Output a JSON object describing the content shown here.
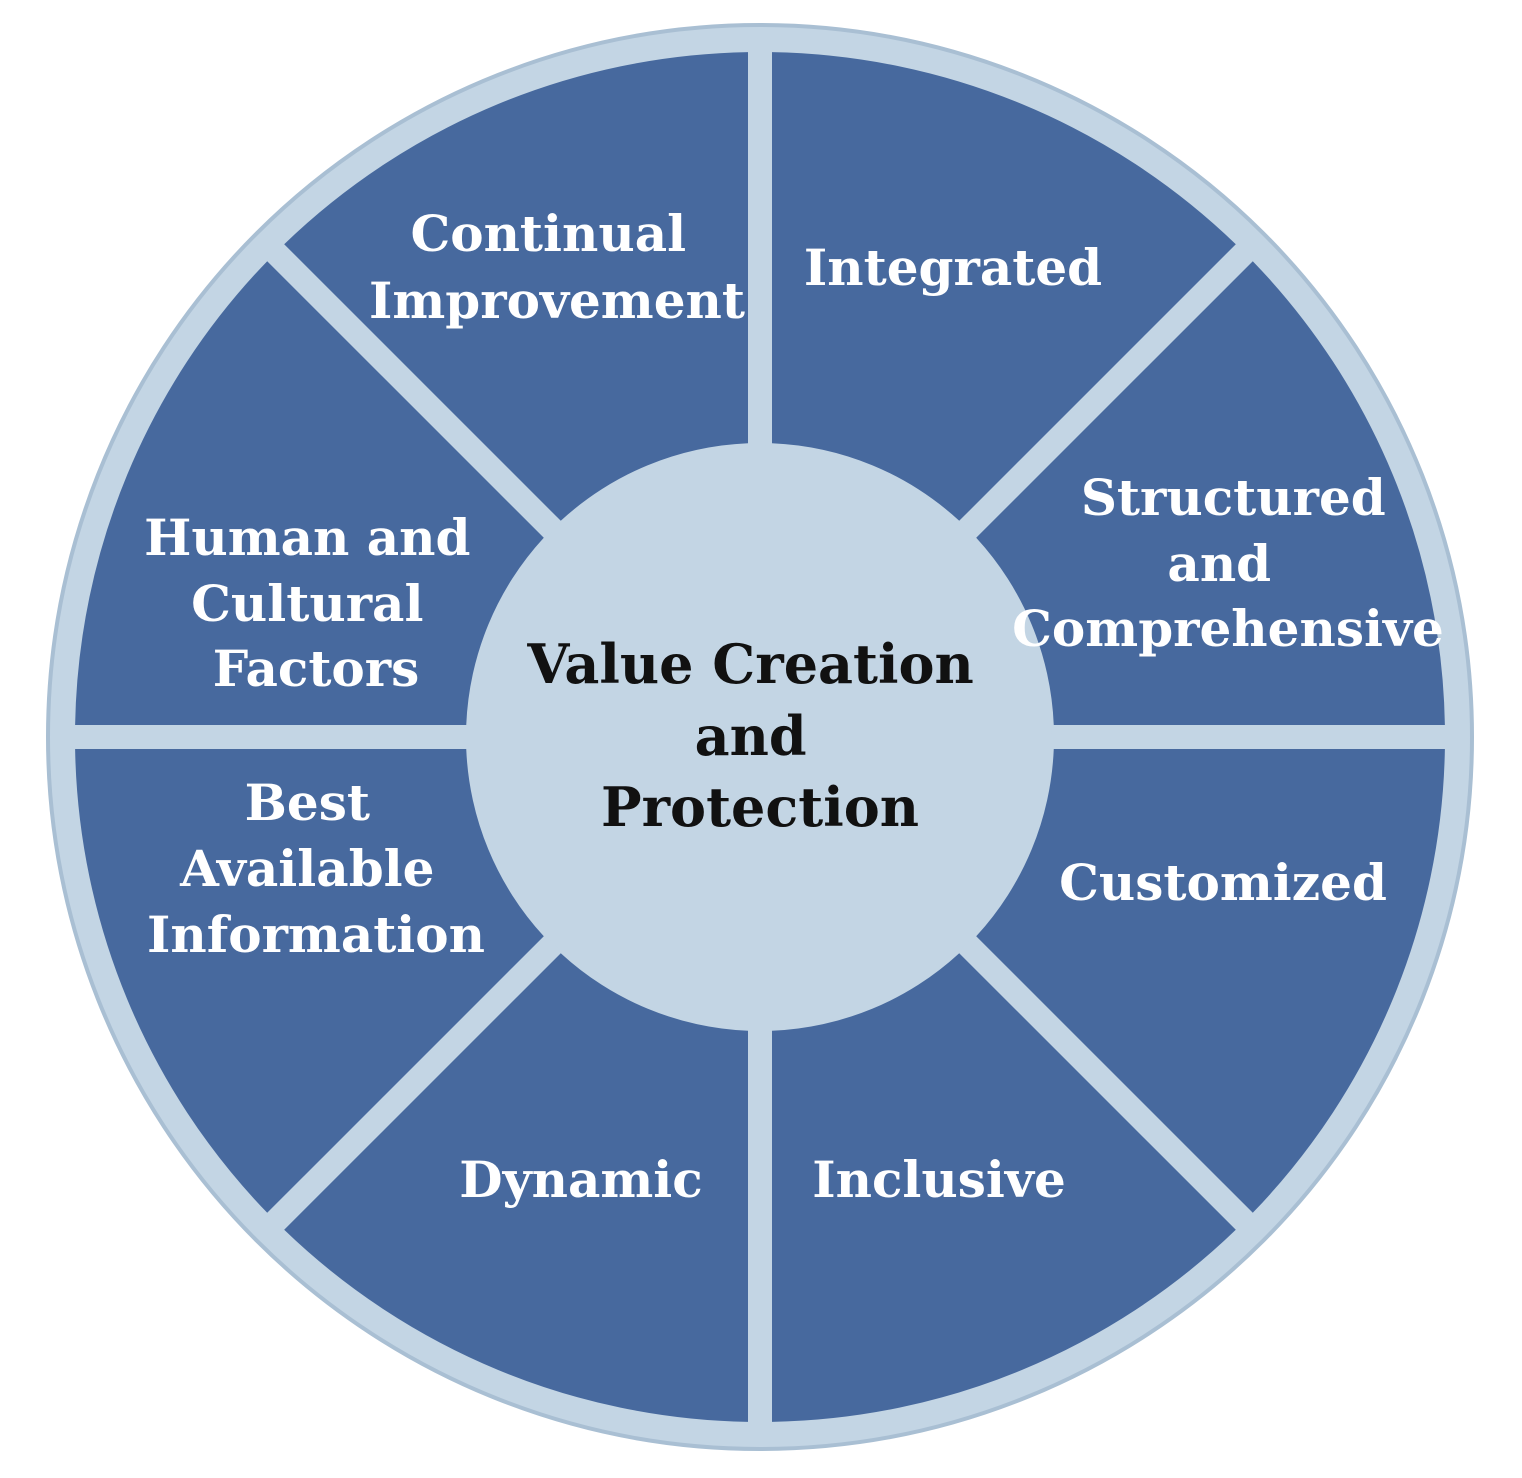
{
  "diagram": {
    "center": {
      "lines": [
        "Value Creation",
        "and",
        "Protection"
      ]
    },
    "segments": [
      {
        "id": "continual-improvement",
        "lines": [
          "Continual",
          "Improvement"
        ]
      },
      {
        "id": "integrated",
        "lines": [
          "Integrated"
        ]
      },
      {
        "id": "structured-comprehensive",
        "lines": [
          "Structured",
          "and",
          "Comprehensive"
        ]
      },
      {
        "id": "customized",
        "lines": [
          "Customized"
        ]
      },
      {
        "id": "inclusive",
        "lines": [
          "Inclusive"
        ]
      },
      {
        "id": "dynamic",
        "lines": [
          "Dynamic"
        ]
      },
      {
        "id": "best-available-information",
        "lines": [
          "Best",
          "Available",
          "Information"
        ]
      },
      {
        "id": "human-cultural-factors",
        "lines": [
          "Human and",
          "Cultural",
          "Factors"
        ]
      }
    ],
    "colors": {
      "segment_fill": "#47699e",
      "ring_fill": "#c3d5e4",
      "ring_stroke": "#a9bfd3",
      "center_fill": "#c3d5e4",
      "segment_text": "#ffffff",
      "center_text": "#111111"
    }
  }
}
